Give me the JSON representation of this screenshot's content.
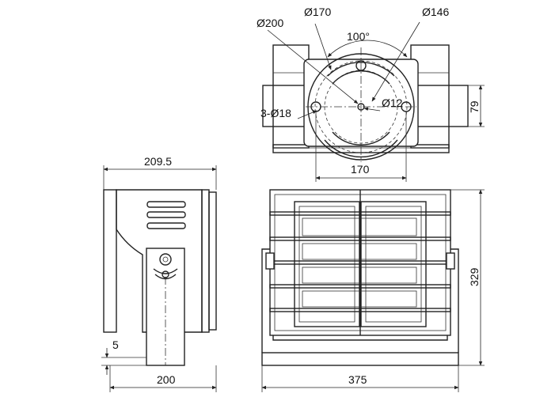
{
  "dimensions": {
    "top_d200": "Ø200",
    "top_d170": "Ø170",
    "top_d146": "Ø146",
    "top_angle": "100°",
    "top_holes": "3-Ø18",
    "top_d12": "Ø12",
    "top_h79": "79",
    "top_w170": "170",
    "side_w209": "209.5",
    "side_h5": "5",
    "side_w200": "200",
    "front_w375": "375",
    "front_h329": "329"
  }
}
